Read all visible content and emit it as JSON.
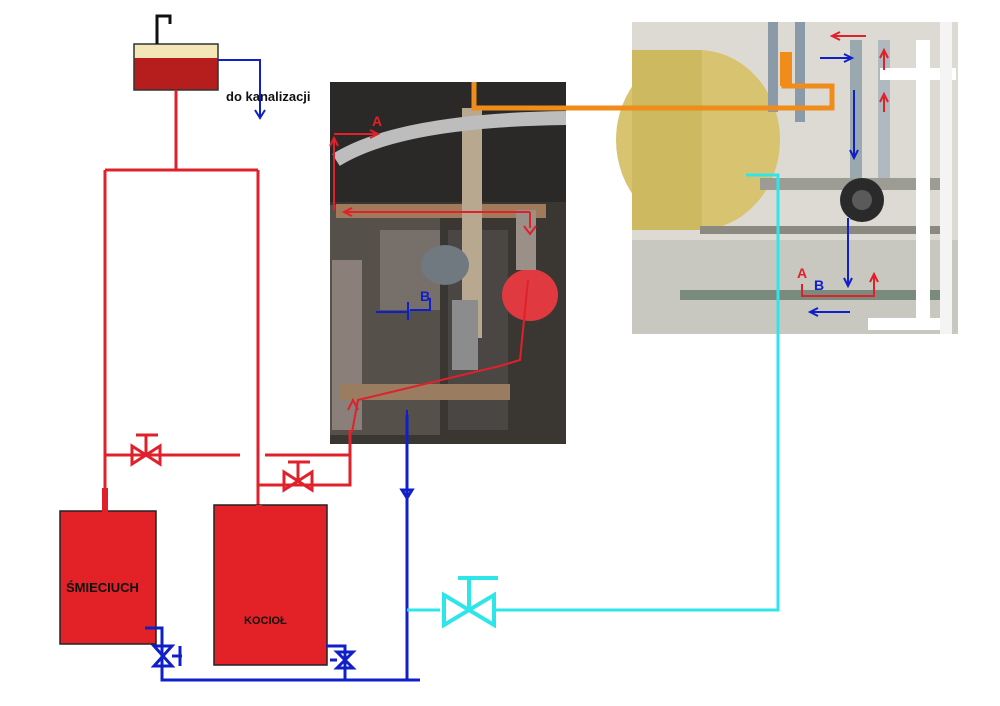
{
  "labels": {
    "drain": "do kanalizacji",
    "tank_left": "ŚMIECIUCH",
    "tank_right": "KOCIOŁ",
    "photo1_a": "A",
    "photo1_b": "B",
    "photo2_a": "A",
    "photo2_b": "B"
  },
  "colors": {
    "red": "#e0202a",
    "blue": "#1020c8",
    "cyan": "#2ee6ea",
    "orange": "#f08c1a",
    "tank_fill": "#e32228",
    "expansion_top": "#f3e7b8",
    "expansion_bottom": "#b61e1e"
  }
}
